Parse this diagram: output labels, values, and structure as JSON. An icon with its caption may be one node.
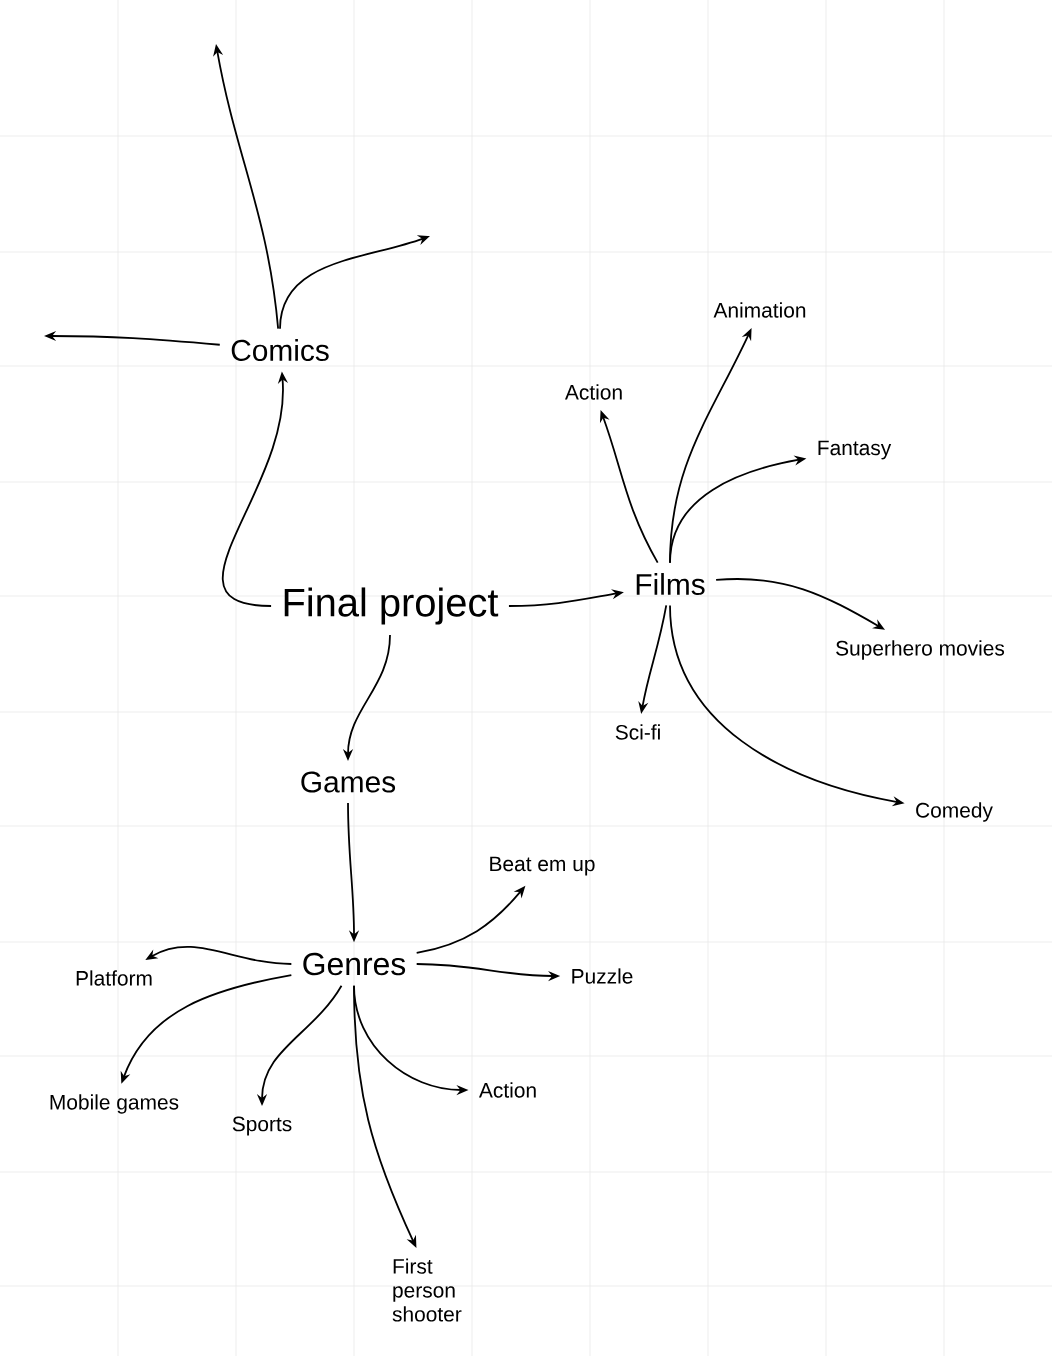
{
  "diagram": {
    "nodes": [
      {
        "text": [
          "Final project"
        ]
      },
      {
        "text": [
          "Comics"
        ]
      },
      {
        "text": [
          "Films"
        ]
      },
      {
        "text": [
          "Games"
        ]
      },
      {
        "text": [
          "Genres"
        ]
      },
      {
        "text": [
          "Action"
        ]
      },
      {
        "text": [
          "Animation"
        ]
      },
      {
        "text": [
          "Fantasy"
        ]
      },
      {
        "text": [
          "Superhero movies"
        ]
      },
      {
        "text": [
          "Sci-fi"
        ]
      },
      {
        "text": [
          "Comedy"
        ]
      },
      {
        "text": [
          "Beat em up"
        ]
      },
      {
        "text": [
          "Puzzle"
        ]
      },
      {
        "text": [
          "Platform"
        ]
      },
      {
        "text": [
          "Mobile games"
        ]
      },
      {
        "text": [
          "Sports"
        ]
      },
      {
        "text": [
          "Action"
        ]
      },
      {
        "text": [
          "First person shooter"
        ]
      }
    ],
    "edges": [
      {
        "from": 1,
        "to": null,
        "arrow": "to"
      },
      {
        "from": 1,
        "to": null,
        "arrow": "to"
      },
      {
        "from": 1,
        "to": null,
        "arrow": "to"
      },
      {
        "from": 0,
        "to": 1,
        "arrow": "to"
      },
      {
        "from": 0,
        "to": 2,
        "arrow": "to"
      },
      {
        "from": 0,
        "to": 3,
        "arrow": "to"
      },
      {
        "from": 3,
        "to": 4,
        "arrow": "to"
      },
      {
        "from": 2,
        "to": 5,
        "arrow": "to"
      },
      {
        "from": 2,
        "to": 6,
        "arrow": "to"
      },
      {
        "from": 2,
        "to": 7,
        "arrow": "to"
      },
      {
        "from": 2,
        "to": 8,
        "arrow": "to"
      },
      {
        "from": 2,
        "to": 9,
        "arrow": "to"
      },
      {
        "from": 2,
        "to": 10,
        "arrow": "to"
      },
      {
        "from": 4,
        "to": 11,
        "arrow": "to"
      },
      {
        "from": 4,
        "to": 12,
        "arrow": "to"
      },
      {
        "from": 4,
        "to": 13,
        "arrow": "to"
      },
      {
        "from": 4,
        "to": 14,
        "arrow": "to"
      },
      {
        "from": 4,
        "to": 15,
        "arrow": "to"
      },
      {
        "from": 4,
        "to": 16,
        "arrow": "to"
      },
      {
        "from": 4,
        "to": 17,
        "arrow": "to"
      }
    ]
  }
}
